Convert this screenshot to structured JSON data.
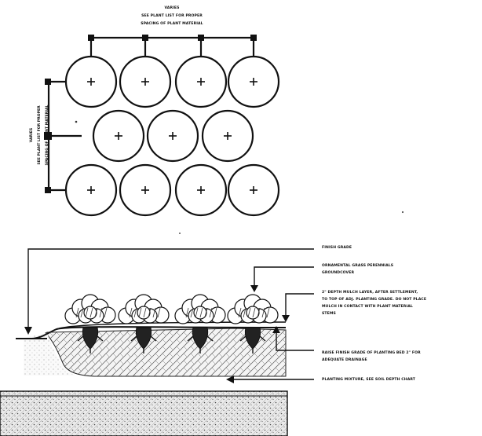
{
  "plan": {
    "top_dimension": {
      "line1": "VARIES",
      "line2": "SEE PLANT LIST FOR PROPER",
      "line3": "SPACING OF PLANT MATERIAL"
    },
    "side_dimension": {
      "line1": "VARIES",
      "line2": "SEE PLANT LIST FOR PROPER",
      "line3": "SPACING OF PLANT MATERIAL"
    },
    "rows": [
      4,
      3,
      4
    ]
  },
  "section": {
    "callouts": [
      {
        "key": "finish_grade",
        "lines": [
          "FINISH GRADE"
        ]
      },
      {
        "key": "groundcover",
        "lines": [
          "ORNAMENTAL GRASS PERENNIALS",
          "GROUNDCOVER"
        ]
      },
      {
        "key": "mulch",
        "lines": [
          "2\" DEPTH MULCH LAYER, AFTER SETTLEMENT,",
          "TO TOP OF ADJ. PLANTING GRADE. DO NOT PLACE",
          "MULCH IN CONTACT WITH PLANT MATERIAL",
          "STEMS"
        ]
      },
      {
        "key": "planting_bed",
        "lines": [
          "RAISE FINISH GRADE OF PLANTING BED 2\" FOR",
          "ADEQUATE DRAINAGE"
        ]
      },
      {
        "key": "planting_mix",
        "lines": [
          "PLANTING MIXTURE, SEE SOIL DEPTH CHART"
        ]
      }
    ]
  },
  "colors": {
    "ink": "#111111",
    "paper": "#ffffff"
  }
}
